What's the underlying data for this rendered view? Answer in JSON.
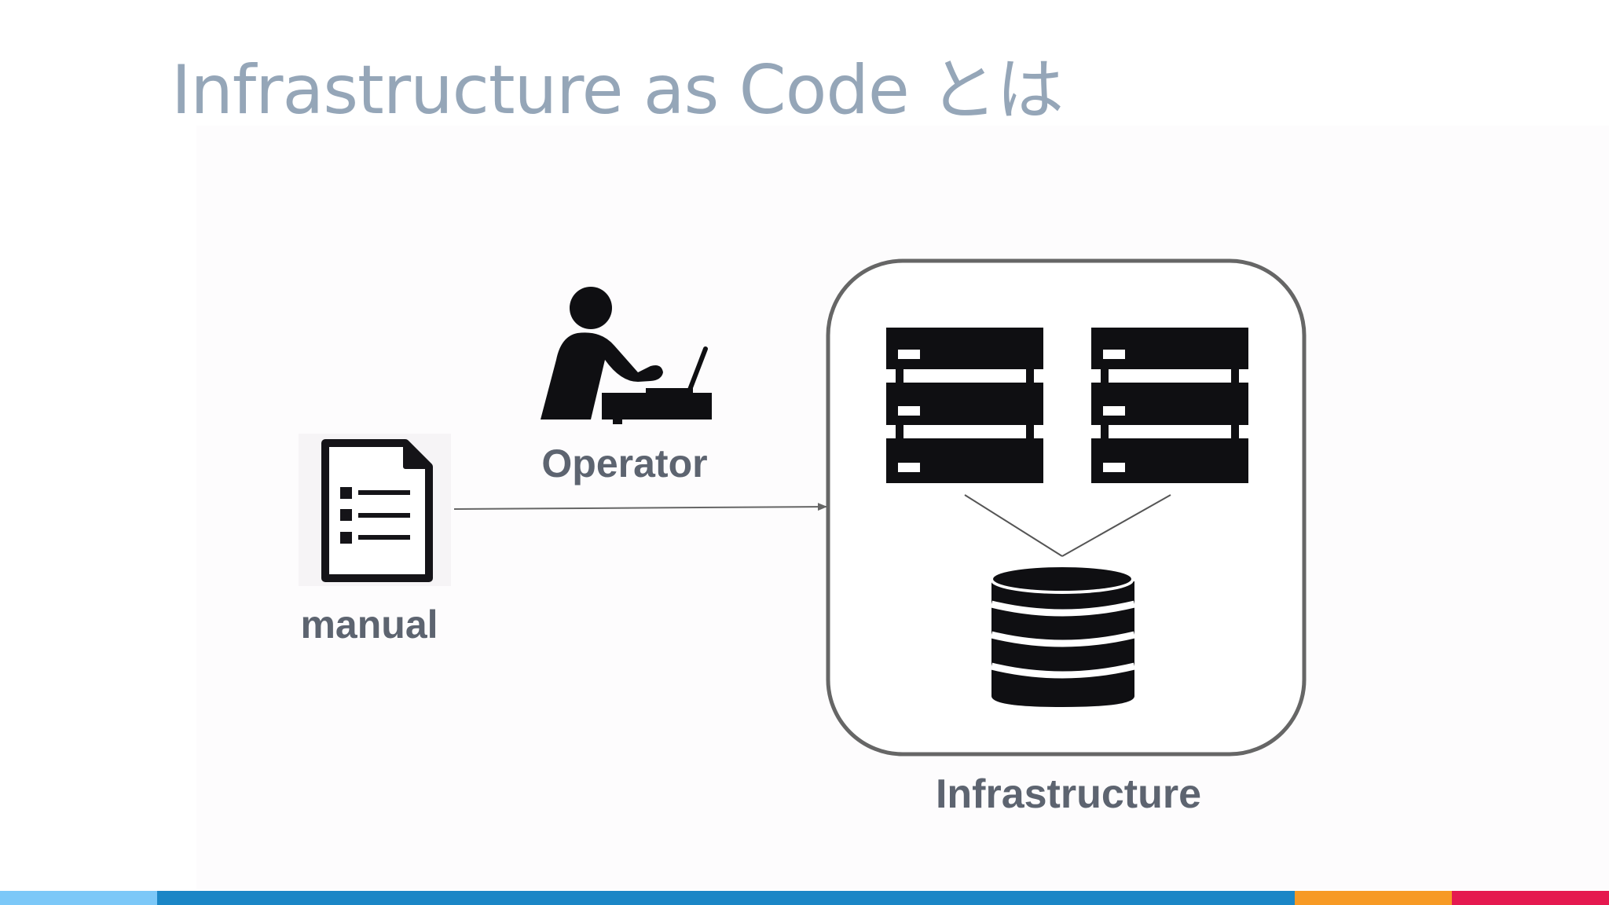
{
  "slide": {
    "title": "Infrastructure as Code とは"
  },
  "diagram": {
    "nodes": {
      "manual": {
        "label": "manual",
        "icon": "document-list-icon"
      },
      "operator": {
        "label": "Operator",
        "icon": "person-at-laptop-icon"
      },
      "infrastructure": {
        "label": "Infrastructure",
        "icons": [
          "server-rack-icon",
          "server-rack-icon",
          "database-icon"
        ]
      }
    },
    "edges": [
      {
        "from": "manual",
        "to": "infrastructure",
        "style": "arrow"
      },
      {
        "from": "server-left",
        "to": "database",
        "style": "line"
      },
      {
        "from": "server-right",
        "to": "database",
        "style": "line"
      }
    ]
  },
  "colors": {
    "title": "#95a6b8",
    "label": "#5d6470",
    "icon": "#0f0f12",
    "frame": "#666666",
    "bar_segments": [
      "#7cc8f8",
      "#1b86c6",
      "#f79a24",
      "#e5194f"
    ]
  }
}
